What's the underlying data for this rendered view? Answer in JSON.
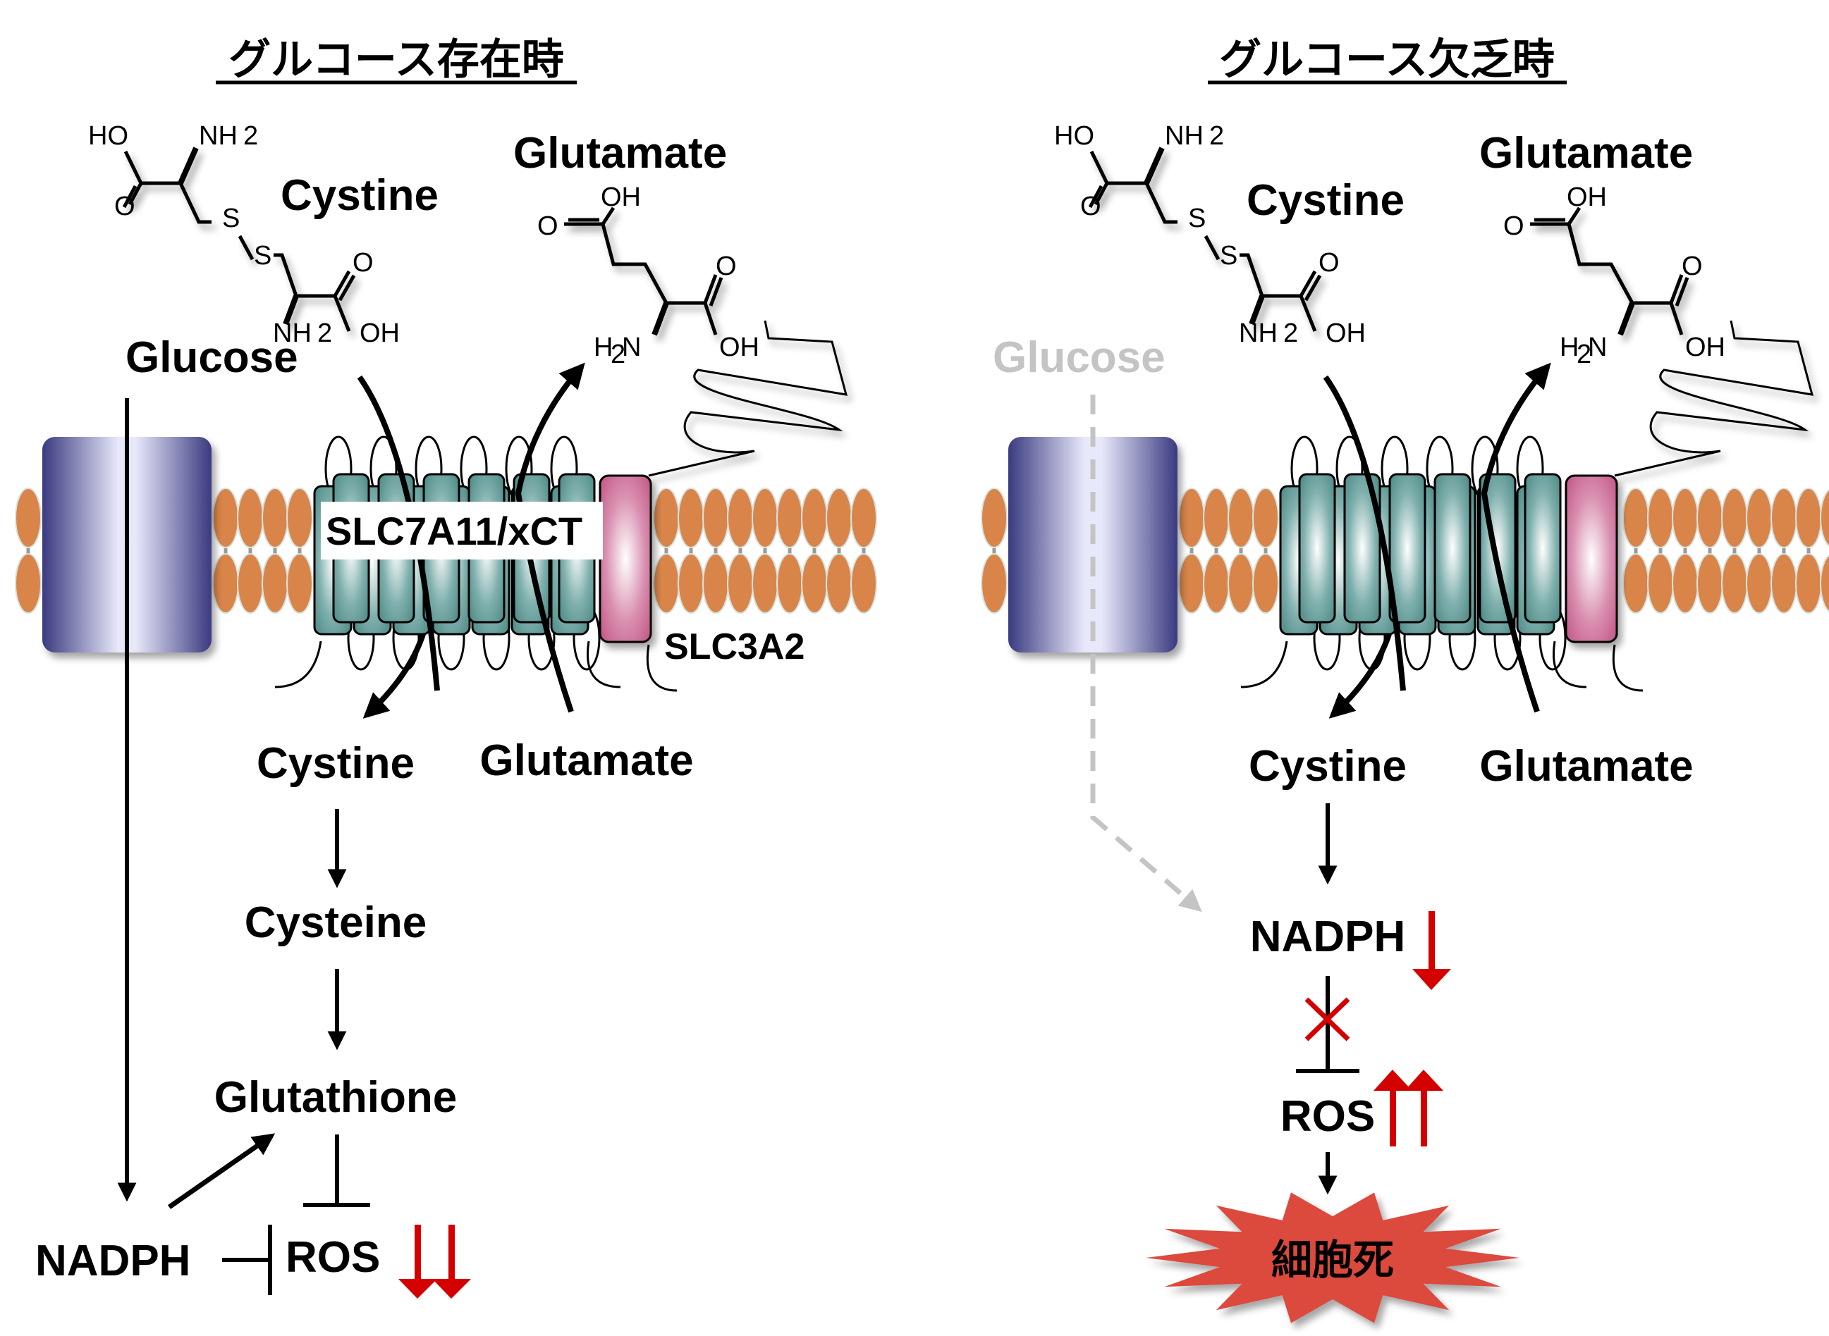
{
  "panels": [
    {
      "id": "glucose-present",
      "title": "グルコース存在時",
      "glucose_label": "Glucose",
      "cystine_label_outside": "Cystine",
      "glutamate_label_outside": "Glutamate",
      "transporter_label": "SLC7A11/xCT",
      "heavy_chain_label": "SLC3A2",
      "cystine_label_inside": "Cystine",
      "glutamate_label_inside": "Glutamate",
      "pathway": [
        "Cysteine",
        "Glutathione"
      ],
      "nadph_label": "NADPH",
      "ros_label": "ROS",
      "ros_change": "decrease-strong",
      "colors": {
        "indicator": "#d40000"
      }
    },
    {
      "id": "glucose-deprived",
      "title": "グルコース欠乏時",
      "glucose_label": "Glucose",
      "cystine_label_outside": "Cystine",
      "glutamate_label_outside": "Glutamate",
      "cystine_label_inside": "Cystine",
      "glutamate_label_inside": "Glutamate",
      "nadph_label": "NADPH",
      "nadph_change": "decrease",
      "ros_label": "ROS",
      "ros_change": "increase-strong",
      "outcome_label": "細胞死",
      "colors": {
        "indicator": "#d40000",
        "glucose_faded": "#c4c4c4",
        "cell_death": "#dc4a3c"
      }
    }
  ],
  "chemistry": {
    "cystine_atoms": {
      "ho": "HO",
      "nh2": "NH",
      "sub2": "2",
      "s": "S",
      "o": "O",
      "oh": "OH"
    },
    "glutamate_atoms": {
      "oh": "OH",
      "o": "O",
      "h": "H",
      "n": "N",
      "sub2": "2"
    }
  },
  "colors": {
    "lipid_head": "#d9854a",
    "transporter_teal": "#5a9590",
    "slc3a2_pink": "#c8648c",
    "glut_blue": "#3c3c82"
  }
}
